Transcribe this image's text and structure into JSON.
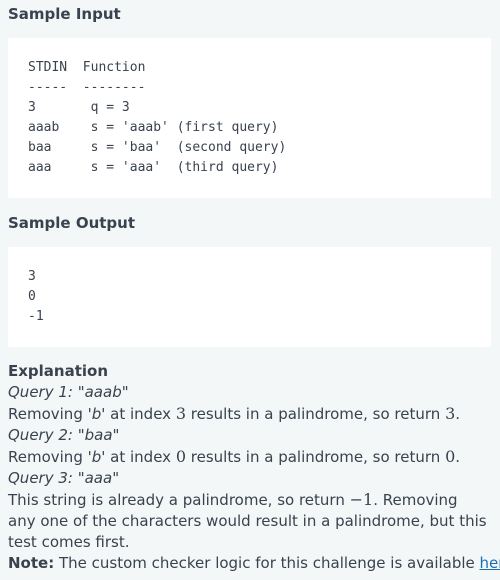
{
  "sample_input": {
    "heading": "Sample Input",
    "lines": [
      "STDIN  Function",
      "-----  --------",
      "3       q = 3",
      "aaab    s = 'aaab' (first query)",
      "baa     s = 'baa'  (second query)",
      "aaa     s = 'aaa'  (third query)"
    ]
  },
  "sample_output": {
    "heading": "Sample Output",
    "lines": [
      "3",
      "0",
      "-1"
    ]
  },
  "explanation": {
    "heading": "Explanation",
    "q1_title": "Query 1: \"aaab\"",
    "q1_text_a": "Removing ",
    "q1_char": "'b'",
    "q1_text_b": " at index ",
    "q1_index": "3",
    "q1_text_c": " results in a palindrome, so return ",
    "q1_return": "3",
    "q1_end": ".",
    "q2_title": "Query 2: \"baa\"",
    "q2_text_a": "Removing ",
    "q2_char": "'b'",
    "q2_text_b": " at index ",
    "q2_index": "0",
    "q2_text_c": " results in a palindrome, so return ",
    "q2_return": "0",
    "q2_end": ".",
    "q3_title": "Query 3: \"aaa\"",
    "q3_text_a": "This string is already a palindrome, so return ",
    "q3_return": "−1",
    "q3_text_b": ". Removing any one of the characters would result in a palindrome, but this test comes first.",
    "note_label": "Note:",
    "note_text": " The custom checker logic for this challenge is available ",
    "note_link": "here",
    "note_end": "."
  }
}
